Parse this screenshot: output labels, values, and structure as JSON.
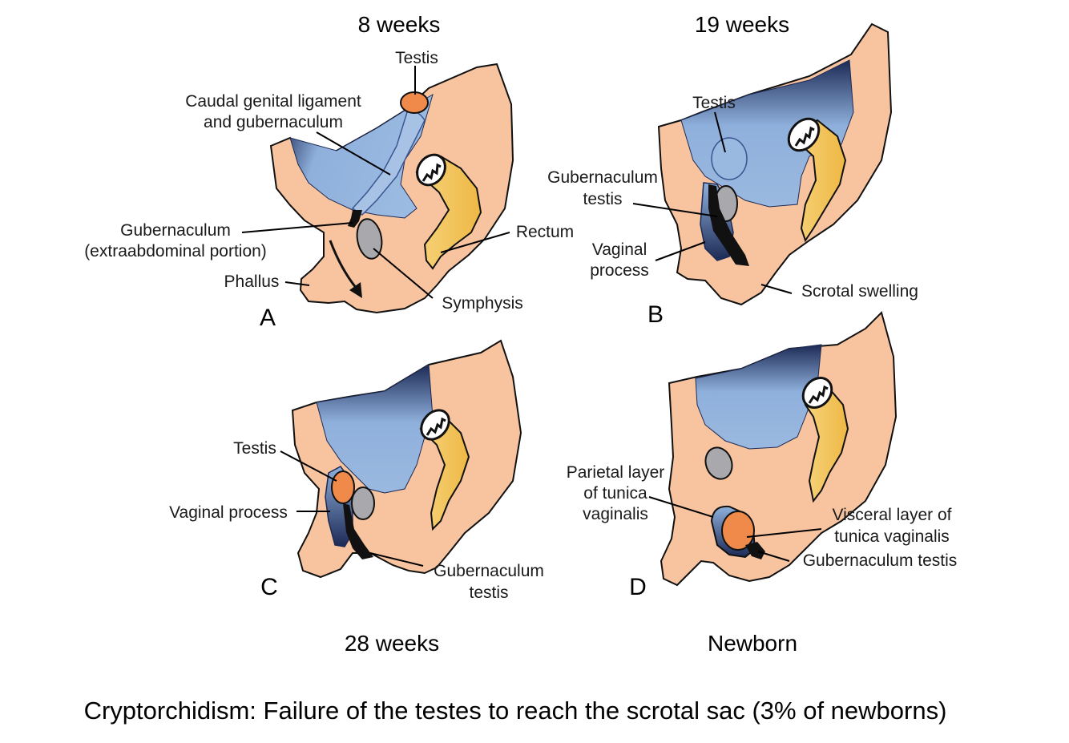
{
  "stages": {
    "a": "8 weeks",
    "b": "19 weeks",
    "c": "28 weeks",
    "d": "Newborn"
  },
  "panels": {
    "a": {
      "letter": "A",
      "labels": {
        "testis": "Testis",
        "caudal_1": "Caudal genital ligament",
        "caudal_2": "and gubernaculum",
        "gub_1": "Gubernaculum",
        "gub_2": "(extraabdominal portion)",
        "rectum": "Rectum",
        "phallus": "Phallus",
        "symphysis": "Symphysis"
      }
    },
    "b": {
      "letter": "B",
      "labels": {
        "testis": "Testis",
        "gub_1": "Gubernaculum",
        "gub_2": "testis",
        "vag_1": "Vaginal",
        "vag_2": "process",
        "scrotal": "Scrotal swelling"
      }
    },
    "c": {
      "letter": "C",
      "labels": {
        "testis": "Testis",
        "vaginal": "Vaginal process",
        "gub_1": "Gubernaculum",
        "gub_2": "testis"
      }
    },
    "d": {
      "letter": "D",
      "labels": {
        "par_1": "Parietal layer",
        "par_2": "of tunica",
        "par_3": "vaginalis",
        "vis_1": "Visceral layer of",
        "vis_2": "tunica vaginalis",
        "gub": "Gubernaculum testis"
      }
    }
  },
  "caption": "Cryptorchidism: Failure of the testes to reach the scrotal sac (3% of newborns)",
  "colors": {
    "tissue": "#f8c4a0",
    "cavity": "#8fb0dc",
    "cavity_dark": "#1c2a55",
    "testis": "#f08a4a",
    "rectum": "#f4c85c",
    "symphysis": "#a9a9ad",
    "outline": "#111111"
  }
}
